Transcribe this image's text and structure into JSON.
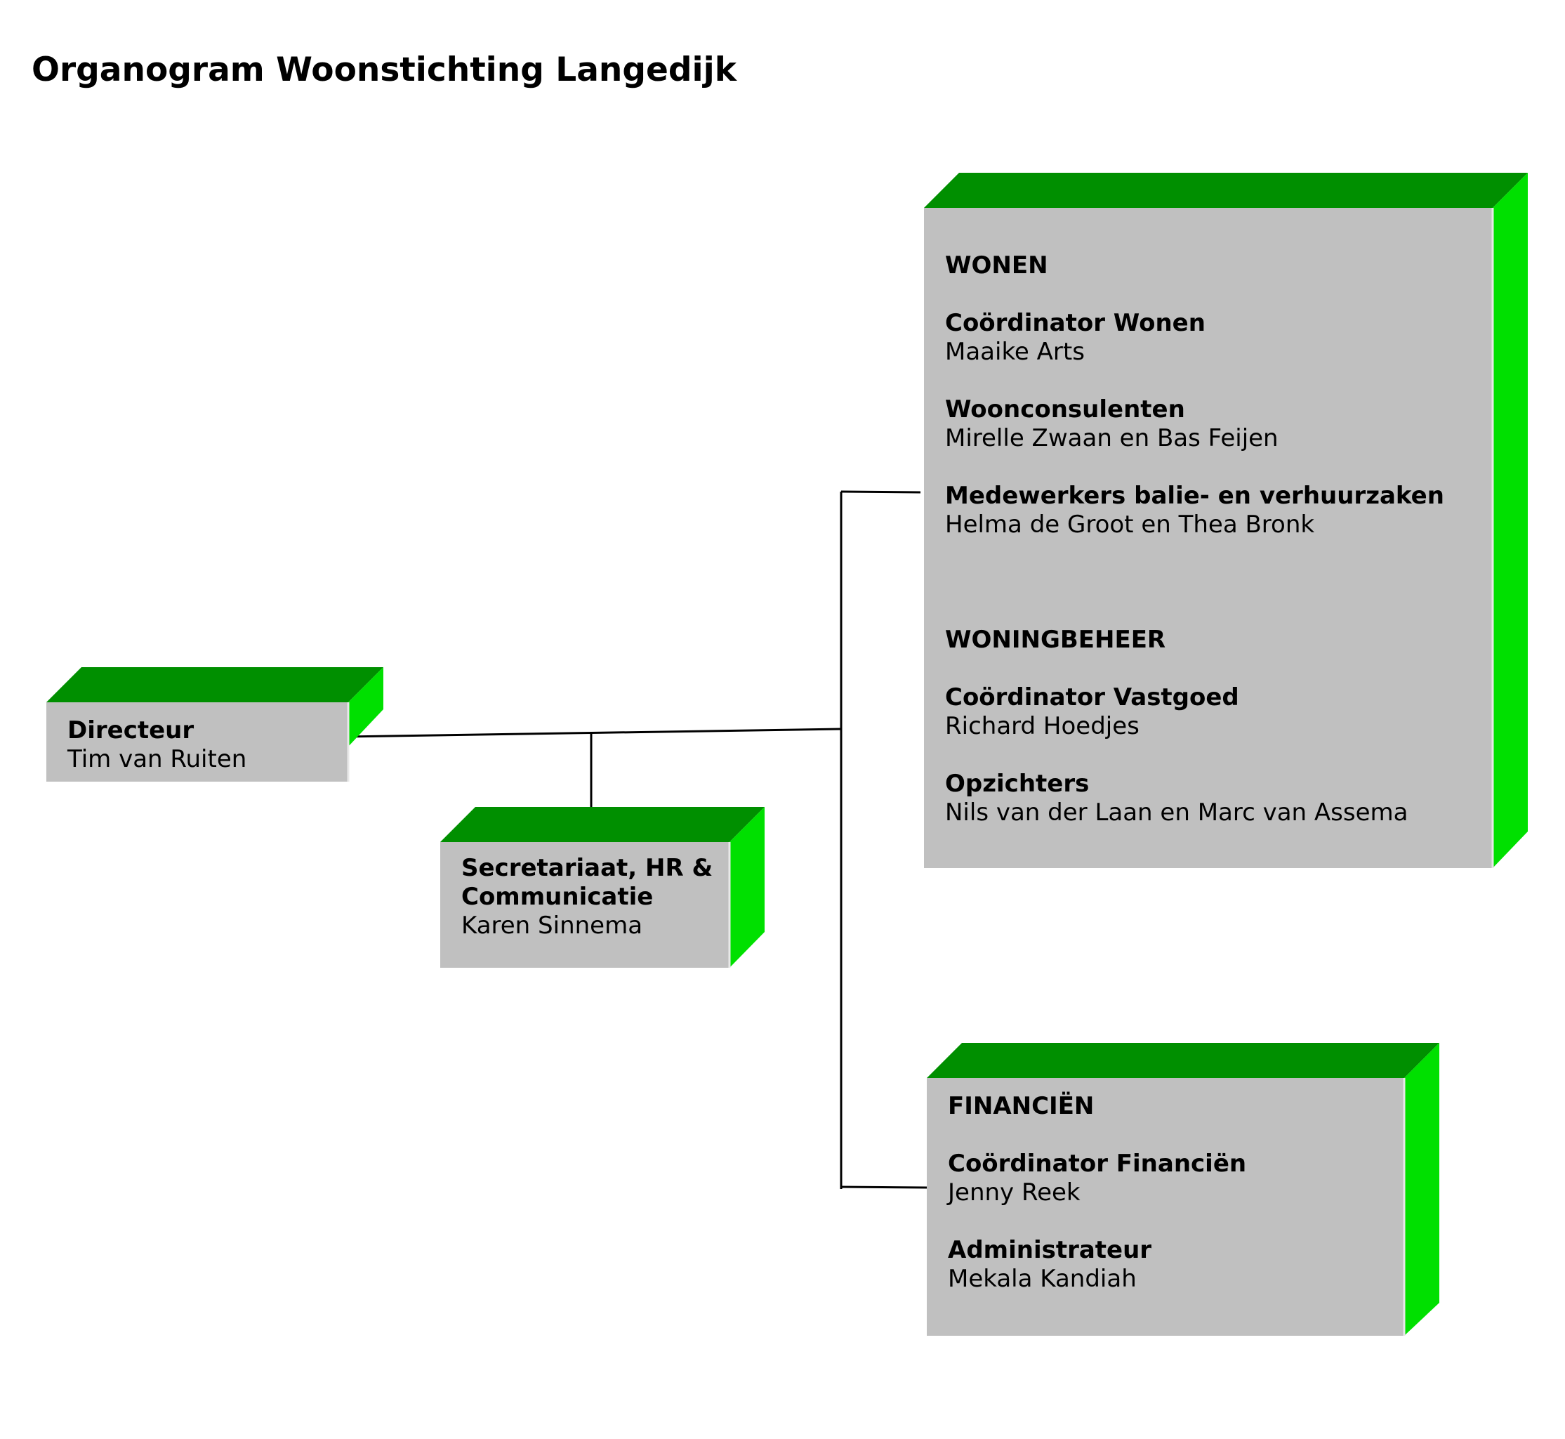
{
  "title": "Organogram Woonstichting Langedijk",
  "colors": {
    "box_face": "#c0c0c0",
    "box_top": "#008f00",
    "box_side": "#00e000",
    "line": "#000000"
  },
  "directeur": {
    "title": "Directeur",
    "name": "Tim van Ruiten"
  },
  "secretariaat": {
    "title_line1": "Secretariaat, HR &",
    "title_line2": "Communicatie",
    "name": "Karen Sinnema"
  },
  "wonen": {
    "heading": "WONEN",
    "roles": [
      {
        "title": "Coördinator Wonen",
        "name": "Maaike Arts"
      },
      {
        "title": "Woonconsulenten",
        "name": "Mirelle Zwaan en Bas Feijen"
      },
      {
        "title": "Medewerkers balie- en verhuurzaken",
        "name": "Helma de Groot en Thea Bronk"
      }
    ]
  },
  "woningbeheer": {
    "heading": "WONINGBEHEER",
    "roles": [
      {
        "title": "Coördinator Vastgoed",
        "name": "Richard Hoedjes"
      },
      {
        "title": "Opzichters",
        "name": "Nils van der Laan en Marc van Assema"
      }
    ]
  },
  "financien": {
    "heading": "FINANCIËN",
    "roles": [
      {
        "title": "Coördinator Financiën",
        "name": "Jenny Reek"
      },
      {
        "title": "Administrateur",
        "name": "Mekala Kandiah"
      }
    ]
  }
}
